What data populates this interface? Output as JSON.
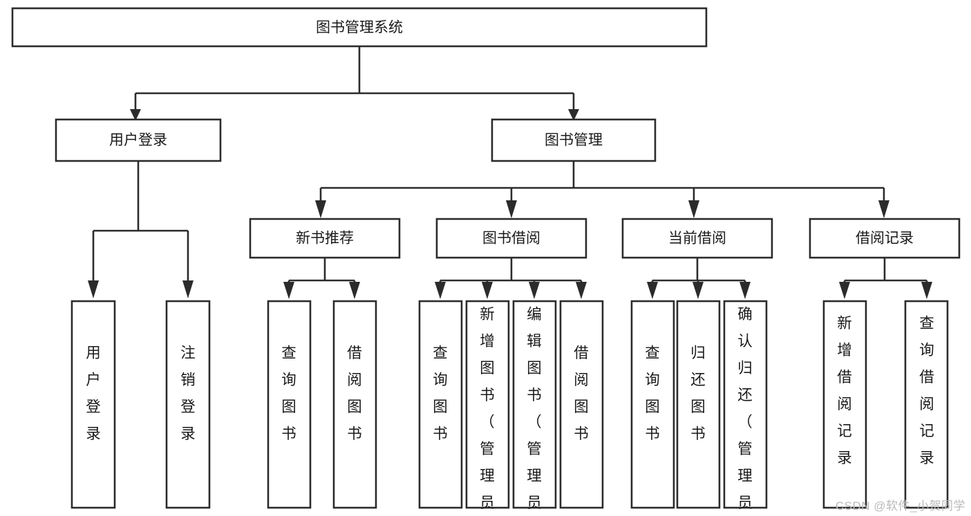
{
  "diagram": {
    "type": "tree-hierarchy",
    "title": "图书管理系统",
    "watermark": "CSDN @软件_小贺同学",
    "root": {
      "id": "root",
      "label": "图书管理系统"
    },
    "level2": [
      {
        "id": "user-login",
        "label": "用户登录"
      },
      {
        "id": "book-management",
        "label": "图书管理"
      }
    ],
    "level3": [
      {
        "id": "new-book-recommend",
        "label": "新书推荐",
        "parent": "book-management"
      },
      {
        "id": "book-borrow",
        "label": "图书借阅",
        "parent": "book-management"
      },
      {
        "id": "current-borrow",
        "label": "当前借阅",
        "parent": "book-management"
      },
      {
        "id": "borrow-record",
        "label": "借阅记录",
        "parent": "book-management"
      }
    ],
    "leaves": [
      {
        "id": "leaf-user-login",
        "label": "用户登录",
        "parent": "user-login"
      },
      {
        "id": "leaf-logout-login",
        "label": "注销登录",
        "parent": "user-login"
      },
      {
        "id": "leaf-query-book-1",
        "label": "查询图书",
        "parent": "new-book-recommend"
      },
      {
        "id": "leaf-borrow-book-1",
        "label": "借阅图书",
        "parent": "new-book-recommend"
      },
      {
        "id": "leaf-query-book-2",
        "label": "查询图书",
        "parent": "book-borrow"
      },
      {
        "id": "leaf-add-book",
        "label": "新增图书（管理员）",
        "parent": "book-borrow"
      },
      {
        "id": "leaf-edit-book",
        "label": "编辑图书（管理员）",
        "parent": "book-borrow"
      },
      {
        "id": "leaf-borrow-book-2",
        "label": "借阅图书",
        "parent": "book-borrow"
      },
      {
        "id": "leaf-query-book-3",
        "label": "查询图书",
        "parent": "current-borrow"
      },
      {
        "id": "leaf-return-book",
        "label": "归还图书",
        "parent": "current-borrow"
      },
      {
        "id": "leaf-confirm-return",
        "label": "确认归还（管理员）",
        "parent": "current-borrow"
      },
      {
        "id": "leaf-add-borrow-record",
        "label": "新增借阅记录",
        "parent": "borrow-record"
      },
      {
        "id": "leaf-query-borrow-record",
        "label": "查询借阅记录",
        "parent": "borrow-record"
      }
    ],
    "colors": {
      "stroke": "#2b2b2b",
      "fill": "#ffffff",
      "text": "#1a1a1a",
      "watermark": "#b9b9b9"
    }
  }
}
